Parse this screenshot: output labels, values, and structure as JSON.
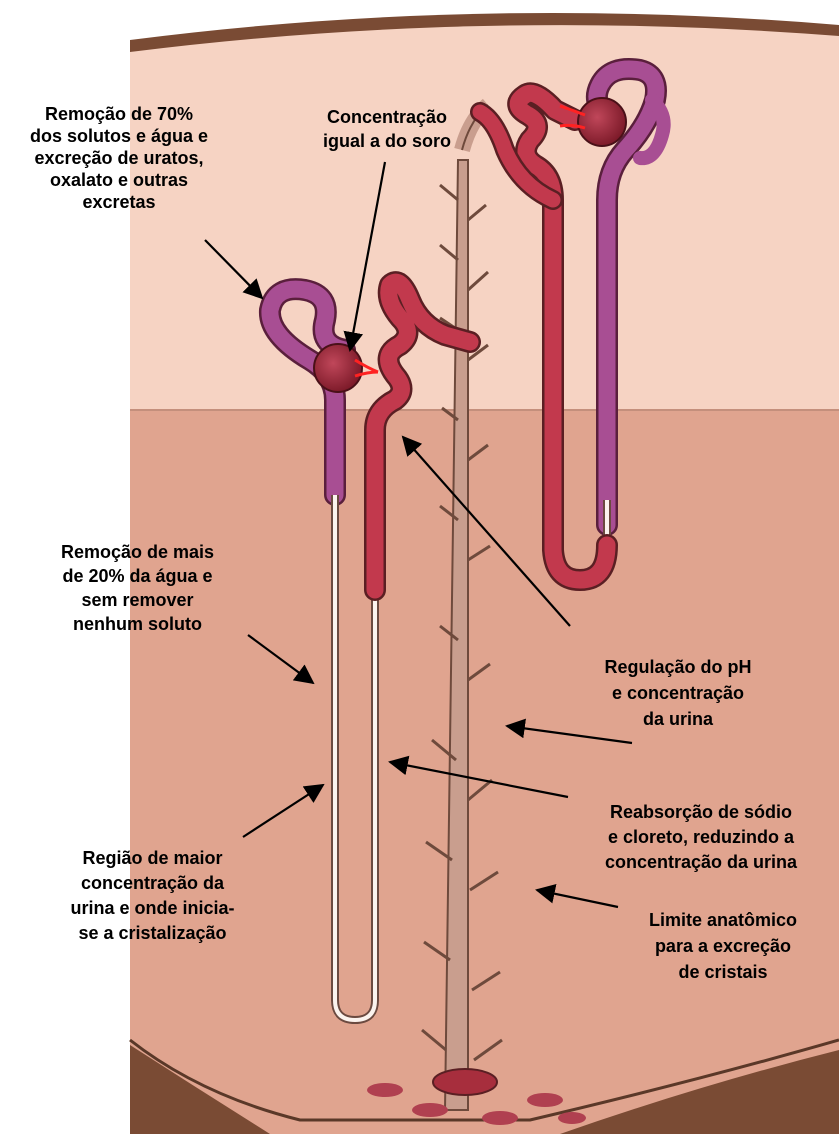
{
  "labels": {
    "pct70": [
      "Remoção de 70%",
      "dos solutos e água e",
      "excreção de uratos,",
      "oxalato e outras",
      "excretas"
    ],
    "serum": [
      "Concentração",
      "igual a do soro"
    ],
    "water20": [
      "Remoção de mais",
      "de 20% da água e",
      "sem remover",
      "nenhum soluto"
    ],
    "ph": [
      "Regulação do pH",
      "e concentração",
      "da urina"
    ],
    "sodium": [
      "Reabsorção de sódio",
      "e cloreto, reduzindo a",
      "concentração da urina"
    ],
    "crystal_region": [
      "Região de maior",
      "concentração da",
      "urina e onde inicia-",
      "se a cristalização"
    ],
    "anatomic_limit": [
      "Limite anatômico",
      "para a excreção",
      "de cristais"
    ]
  },
  "colors": {
    "cortex": "#f6d3c3",
    "medulla": "#e0a48f",
    "capsule_border": "#5a3828",
    "purple_tubule": "#a84e93",
    "red_tubule": "#c2394d",
    "glomerulus": "#9b2535",
    "collecting_duct": "#c99e8e",
    "arrow": "#000000"
  }
}
